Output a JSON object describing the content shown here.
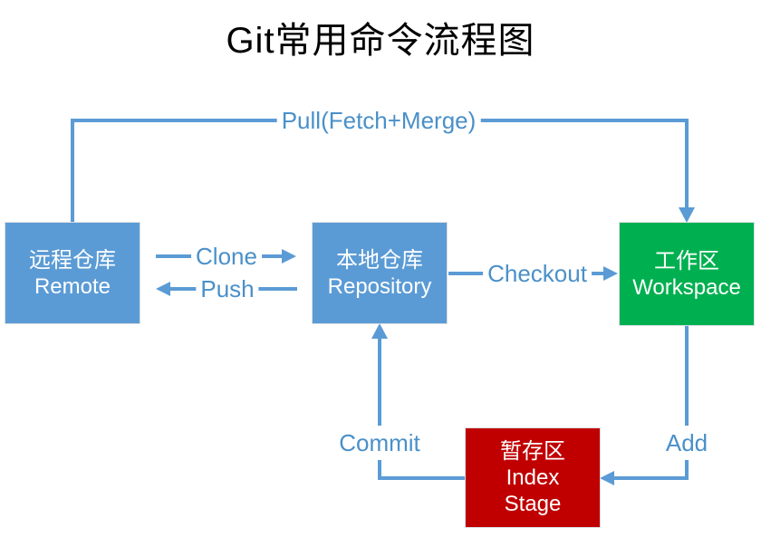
{
  "title": "Git常用命令流程图",
  "colors": {
    "blue_box": "#5B9BD5",
    "green_box": "#00B050",
    "red_box": "#C00000",
    "arrow": "#5B9BD5",
    "edge_label": "#4A90C9",
    "box_text": "#FFFFFF",
    "title": "#000000",
    "background": "#FFFFFF"
  },
  "nodes": {
    "remote": {
      "lines": [
        "远程仓库",
        "Remote"
      ]
    },
    "repository": {
      "lines": [
        "本地仓库",
        "Repository"
      ]
    },
    "workspace": {
      "lines": [
        "工作区",
        "Workspace"
      ]
    },
    "index": {
      "lines": [
        "暂存区",
        "Index",
        "Stage"
      ]
    }
  },
  "edges": {
    "pull": {
      "label": "Pull(Fetch+Merge)",
      "from": "remote",
      "to": "workspace"
    },
    "clone": {
      "label": "Clone",
      "from": "remote",
      "to": "repository"
    },
    "push": {
      "label": "Push",
      "from": "repository",
      "to": "remote"
    },
    "checkout": {
      "label": "Checkout",
      "from": "repository",
      "to": "workspace"
    },
    "commit": {
      "label": "Commit",
      "from": "index",
      "to": "repository"
    },
    "add": {
      "label": "Add",
      "from": "workspace",
      "to": "index"
    }
  }
}
